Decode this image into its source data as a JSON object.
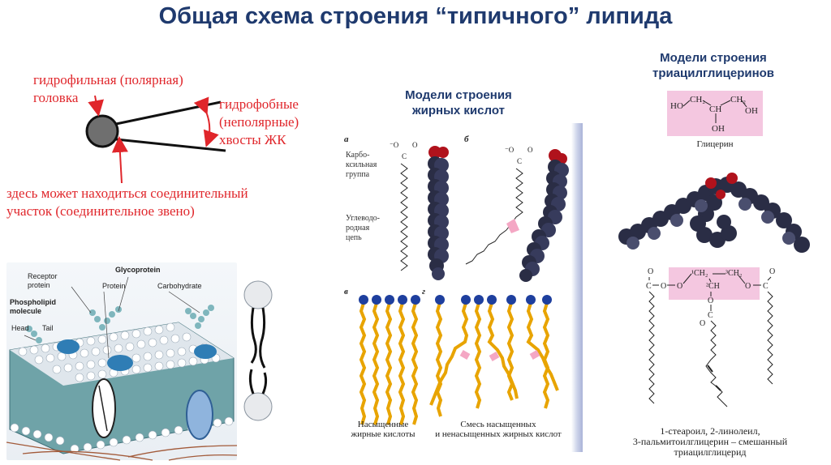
{
  "title": "Общая схема строения “типичного” липида",
  "lipid_scheme": {
    "head_label": [
      "гидрофильная (полярная)",
      "головка"
    ],
    "tail_label": [
      "гидрофобные",
      "(неполярные)",
      "хвосты ЖК"
    ],
    "linker_label": [
      "здесь может находиться соединительный",
      "участок (соединительное звено)"
    ]
  },
  "membrane": {
    "glycoprotein": "Glycoprotein",
    "receptor": [
      "Receptor",
      "protein"
    ],
    "protein": "Protein",
    "carbohydrate": "Carbohydrate",
    "phospholipid": [
      "Phospholipid",
      "molecule"
    ],
    "head": "Head",
    "tail": "Tail"
  },
  "fatty_acids": {
    "heading": [
      "Модели строения",
      "жирных кислот"
    ],
    "panel_a": "а",
    "panel_b": "б",
    "panel_v": "в",
    "panel_g": "г",
    "carboxyl_label": [
      "Карбо-",
      "ксильная",
      "группа"
    ],
    "hydrocarbon_label": [
      "Углеводо-",
      "родная",
      "цепь"
    ],
    "saturated_caption": [
      "Насыщенные",
      "жирные кислоты"
    ],
    "mixed_caption": [
      "Смесь насыщенных",
      "и ненасыщенных жирных кислот"
    ]
  },
  "triacylglycerol": {
    "heading": [
      "Модели строения",
      "триацилглицеринов"
    ],
    "glycerol_caption": "Глицерин",
    "caption": [
      "1-стеароил, 2-линолеил,",
      "3-пальмитоилглицерин – смешанный",
      "триацилглицерид"
    ]
  },
  "colors": {
    "title": "#1f3a6e",
    "annotation_red": "#e0262b",
    "chain_gold": "#e8a400",
    "head_blue": "#1e3f9e",
    "atom_dark": "#2a2d45",
    "oxygen_red": "#b0121c",
    "glycerol_pink": "#f4c7e0"
  },
  "icons": [
    "arrow-icon",
    "membrane-illustration",
    "space-filling-model",
    "glycerol-formula"
  ]
}
